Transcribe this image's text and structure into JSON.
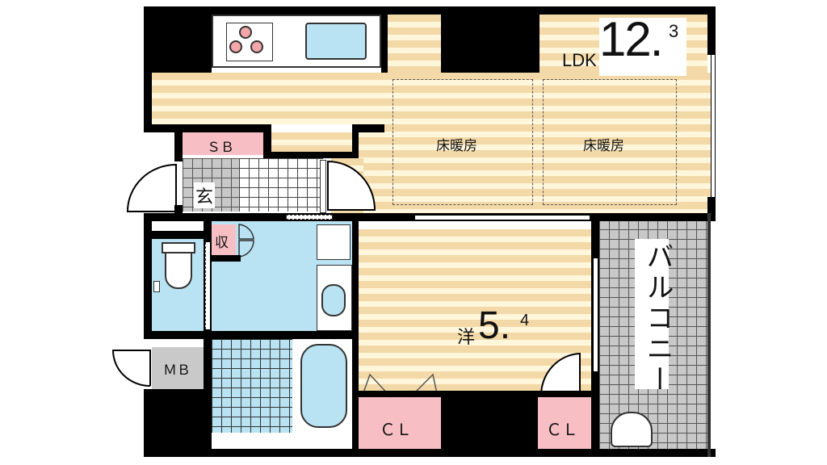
{
  "rooms": {
    "ldk": {
      "label": "LDK",
      "size_main": "12.",
      "size_sup": "3"
    },
    "floor_heating_left": "床暖房",
    "floor_heating_right": "床暖房",
    "sb": "ＳＢ",
    "entrance": "玄",
    "storage": "収",
    "western_room": {
      "label": "洋",
      "size_main": "5.",
      "size_sup": "4"
    },
    "balcony": "バルコニー",
    "mb": "ＭＢ",
    "closet_left": "ＣＬ",
    "closet_right": "ＣＬ"
  }
}
